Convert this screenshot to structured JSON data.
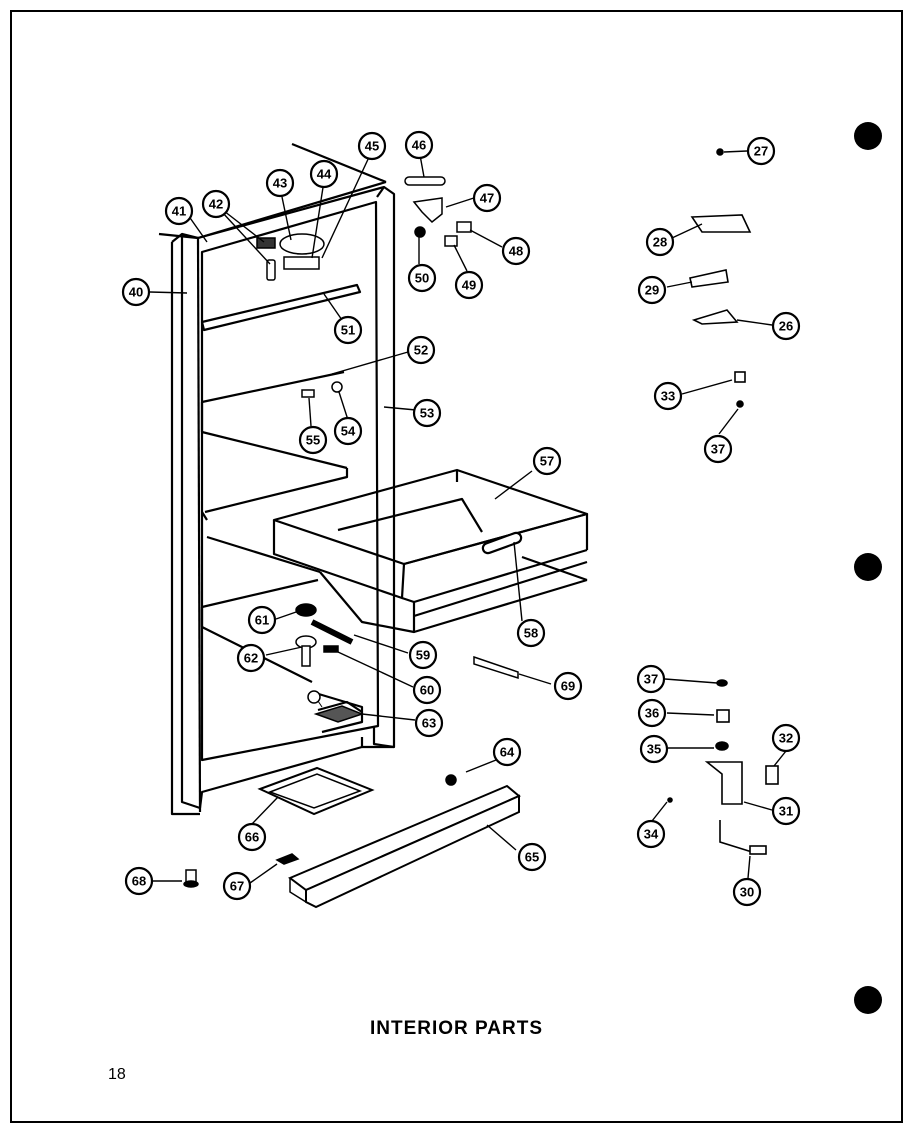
{
  "title": "INTERIOR PARTS",
  "page_number": "18",
  "callouts": [
    {
      "n": "27",
      "label": "27"
    },
    {
      "n": "28",
      "label": "28"
    },
    {
      "n": "29",
      "label": "29"
    },
    {
      "n": "26",
      "label": "26"
    },
    {
      "n": "33",
      "label": "33"
    },
    {
      "n": "37a",
      "label": "37"
    },
    {
      "n": "37b",
      "label": "37"
    },
    {
      "n": "36",
      "label": "36"
    },
    {
      "n": "35",
      "label": "35"
    },
    {
      "n": "32",
      "label": "32"
    },
    {
      "n": "31",
      "label": "31"
    },
    {
      "n": "34",
      "label": "34"
    },
    {
      "n": "30",
      "label": "30"
    },
    {
      "n": "40",
      "label": "40"
    },
    {
      "n": "41",
      "label": "41"
    },
    {
      "n": "42",
      "label": "42"
    },
    {
      "n": "43",
      "label": "43"
    },
    {
      "n": "44",
      "label": "44"
    },
    {
      "n": "45",
      "label": "45"
    },
    {
      "n": "46",
      "label": "46"
    },
    {
      "n": "47",
      "label": "47"
    },
    {
      "n": "48",
      "label": "48"
    },
    {
      "n": "49",
      "label": "49"
    },
    {
      "n": "50",
      "label": "50"
    },
    {
      "n": "51",
      "label": "51"
    },
    {
      "n": "52",
      "label": "52"
    },
    {
      "n": "53",
      "label": "53"
    },
    {
      "n": "54",
      "label": "54"
    },
    {
      "n": "55",
      "label": "55"
    },
    {
      "n": "57",
      "label": "57"
    },
    {
      "n": "58",
      "label": "58"
    },
    {
      "n": "59",
      "label": "59"
    },
    {
      "n": "60",
      "label": "60"
    },
    {
      "n": "61",
      "label": "61"
    },
    {
      "n": "62",
      "label": "62"
    },
    {
      "n": "63",
      "label": "63"
    },
    {
      "n": "64",
      "label": "64"
    },
    {
      "n": "65",
      "label": "65"
    },
    {
      "n": "66",
      "label": "66"
    },
    {
      "n": "67",
      "label": "67"
    },
    {
      "n": "68",
      "label": "68"
    },
    {
      "n": "69",
      "label": "69"
    }
  ]
}
